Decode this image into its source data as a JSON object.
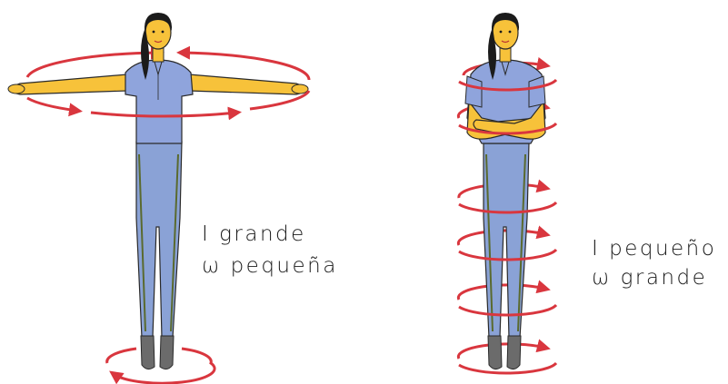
{
  "labels": {
    "left": {
      "line1": "I grande",
      "line2": "ω pequeña"
    },
    "right": {
      "line1": "I pequeño",
      "line2": "ω grande"
    }
  },
  "figures": [
    {
      "name": "person-arms-extended",
      "pose": "arms extended"
    },
    {
      "name": "person-arms-crossed",
      "pose": "arms crossed"
    }
  ],
  "colors": {
    "rotation_arrow": "#d9363e",
    "skin": "#f7c23a",
    "shirt": "#8fa4dc",
    "pants": "#8aa2d6",
    "pants_stripe": "#5a6a2e",
    "hair": "#1b1b1b",
    "shoes": "#6b6b6b",
    "outline": "#2a2a2a"
  },
  "icons": [
    "rotation-arrow-icon",
    "person-figure"
  ]
}
